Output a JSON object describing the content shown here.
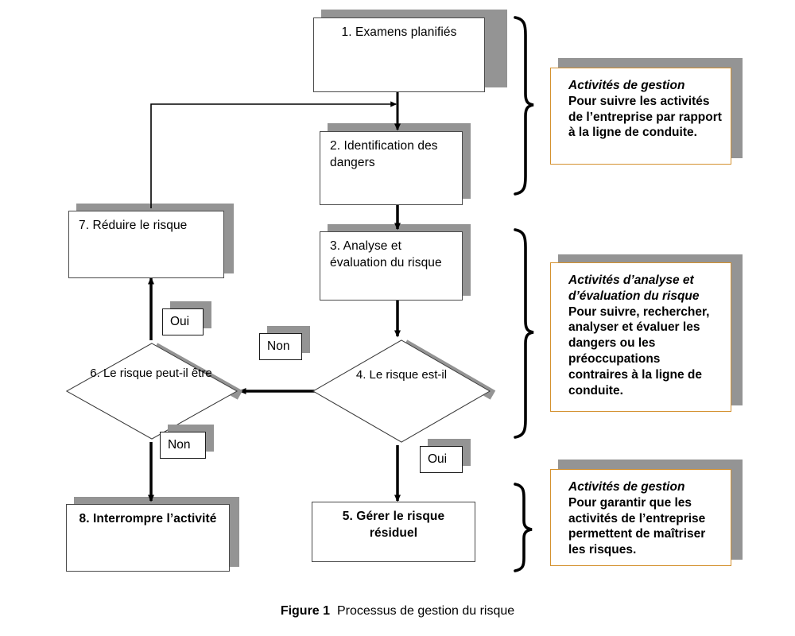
{
  "figure": {
    "caption_label": "Figure 1",
    "caption_text": "Processus de gestion du risque"
  },
  "colors": {
    "shadow": "#949494",
    "box_border": "#4a4a4a",
    "note_border": "#d4912f",
    "connector": "#000000",
    "background": "#ffffff"
  },
  "nodes": {
    "step1": {
      "id": "1",
      "text": "1. Examens planifiés",
      "type": "process"
    },
    "step2": {
      "id": "2",
      "text": "2. Identification des dangers",
      "type": "process"
    },
    "step3": {
      "id": "3",
      "text": "3. Analyse et évaluation du risque",
      "type": "process"
    },
    "step4": {
      "id": "4",
      "text": "4. Le risque est-il",
      "type": "decision"
    },
    "step5": {
      "id": "5",
      "text": "5. Gérer le risque résiduel",
      "type": "process"
    },
    "step6": {
      "id": "6",
      "text": "6. Le risque peut-il être",
      "type": "decision"
    },
    "step7": {
      "id": "7",
      "text": "7. Réduire le risque",
      "type": "process"
    },
    "step8": {
      "id": "8",
      "text": "8. Interrompre l’activité",
      "type": "process"
    }
  },
  "edge_labels": {
    "d4_non": "Non",
    "d4_oui": "Oui",
    "d6_oui": "Oui",
    "d6_non": "Non"
  },
  "notes": [
    {
      "title": "Activités de gestion",
      "body": "Pour suivre les activités de l’entreprise par rapport à la ligne de conduite."
    },
    {
      "title": "Activités d’analyse et d’évaluation du risque",
      "body": "Pour suivre, rechercher, analyser et évaluer les dangers ou les préoccupations contraires à la ligne de conduite."
    },
    {
      "title": "Activités de gestion",
      "body": "Pour garantir que les activités de l’entreprise permettent de maîtriser les risques."
    }
  ]
}
